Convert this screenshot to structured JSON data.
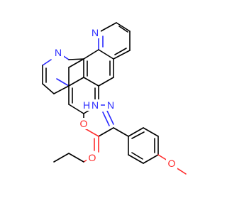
{
  "molecule": {
    "atoms": {
      "n_top": "N",
      "n_left": "N",
      "nh": "H",
      "nh_n": "N",
      "n_imine": "N",
      "o_ester": "O",
      "o_carbonyl": "O",
      "o_methoxy": "O"
    },
    "colors": {
      "nitrogen": "#2a2aff",
      "oxygen": "#ff2a2a",
      "carbon": "#000000"
    }
  }
}
